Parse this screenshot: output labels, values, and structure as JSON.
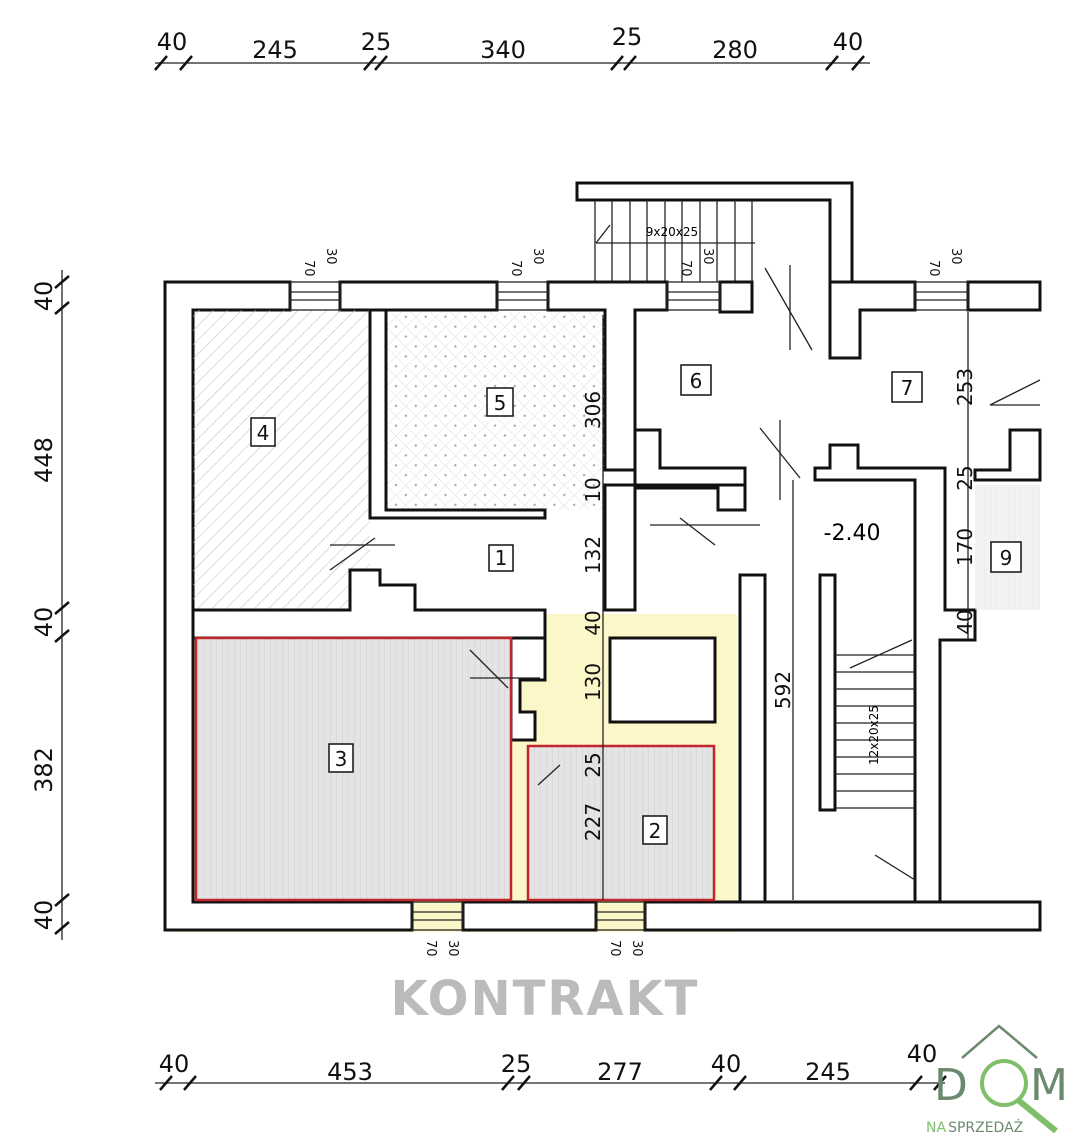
{
  "dimensions": {
    "top": [
      "40",
      "245",
      "25",
      "340",
      "25",
      "280",
      "40"
    ],
    "bottom": [
      "40",
      "453",
      "25",
      "277",
      "40",
      "245",
      "40"
    ],
    "left": [
      "40",
      "448",
      "40",
      "382",
      "40"
    ],
    "interior": {
      "room5_height": "306",
      "wall_10": "10",
      "hall_132": "132",
      "wall_40a": "40",
      "hall_130": "130",
      "wall_25a": "25",
      "room2_227": "227",
      "stair_592": "592",
      "room7_253": "253",
      "wall_25b": "25",
      "room9_170": "170",
      "wall_40b": "40"
    }
  },
  "windows": {
    "width_label": "70",
    "sill_label": "30"
  },
  "rooms": [
    {
      "number": "1"
    },
    {
      "number": "2"
    },
    {
      "number": "3"
    },
    {
      "number": "4"
    },
    {
      "number": "5"
    },
    {
      "number": "6"
    },
    {
      "number": "7"
    },
    {
      "number": "9"
    }
  ],
  "highlighted_rooms": [
    "3",
    "2"
  ],
  "stairs": {
    "upper": "9x20x25",
    "lower": "12x20x25"
  },
  "level": "-2.40",
  "watermark": "KONTRAKT",
  "logo": {
    "main": "DOM",
    "sub_prefix": "NA",
    "sub": "SPRZEDAŻ"
  },
  "colors": {
    "highlight_border": "#c0262c",
    "highlight_fill": "#fbf7c8",
    "logo_green": "#7fbf6a",
    "logo_gray": "#6b8a6e"
  }
}
